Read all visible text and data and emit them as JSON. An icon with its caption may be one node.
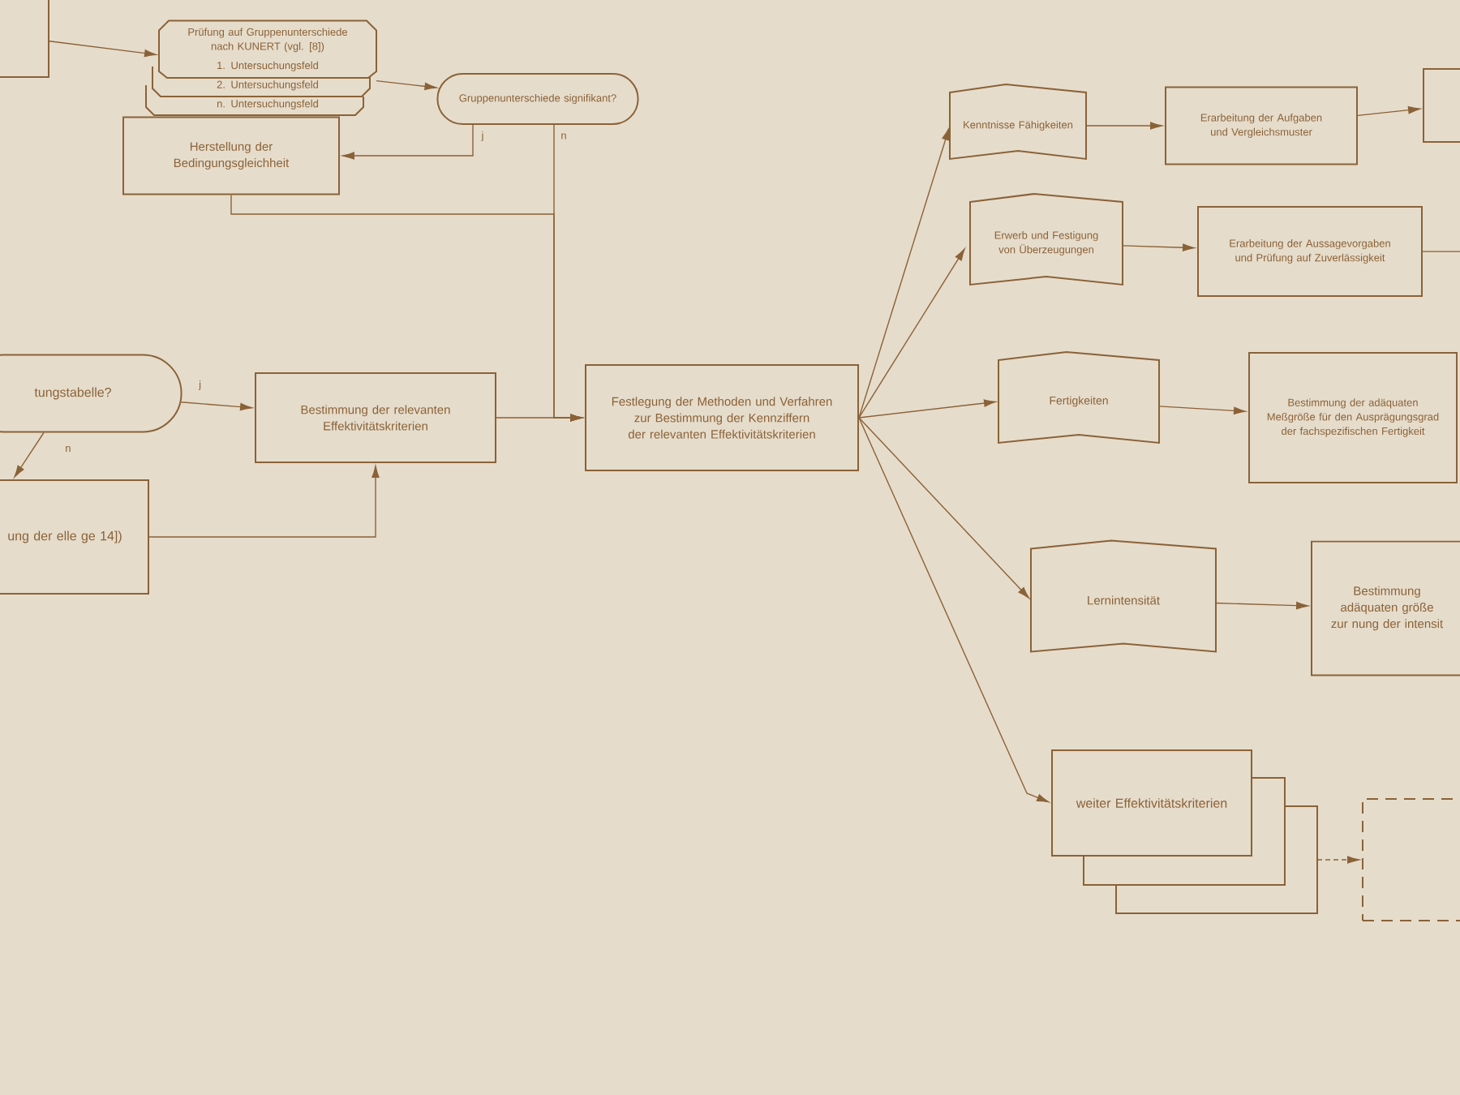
{
  "diagram": {
    "nodes": [
      {
        "text": [],
        "shape": "box"
      },
      {
        "text": [
          "Prüfung auf Gruppenunterschiede nach KUNERT (vgl. [8])",
          "1. Untersuchungsfeld",
          "2. Untersuchungsfeld",
          "n. Untersuchungsfeld"
        ]
      },
      {
        "text": [
          "Gruppenunterschiede signifikant?"
        ]
      },
      {
        "text": [
          "Herstellung der Bedingungsgleichheit"
        ]
      },
      {
        "text": [
          "tungstabelle?"
        ]
      },
      {
        "text": [
          "ung der elle ge 14])"
        ]
      },
      {
        "text": [
          "Bestimmung der relevanten Effektivitätskriterien"
        ]
      },
      {
        "text": [
          "Festlegung der Methoden und Verfahren zur Bestimmung der Kennziffern der relevanten Effektivitätskriterien"
        ]
      },
      {
        "text": [
          "Kenntnisse Fähigkeiten"
        ]
      },
      {
        "text": [
          "Erwerb und Festigung von Überzeugungen"
        ]
      },
      {
        "text": [
          "Fertigkeiten"
        ]
      },
      {
        "text": [
          "Lernintensität"
        ]
      },
      {
        "text": [
          "weiter Effektivitätskriterien"
        ]
      },
      {
        "text": [
          "Erarbeitung der Aufgaben und Vergleichsmuster"
        ]
      },
      {
        "text": [
          "Erarbeitung der Aussagevorgaben und Prüfung auf Zuverlässigkeit"
        ]
      },
      {
        "text": [
          "Bestimmung der adäquaten Meßgröße für den Ausprägungsgrad der fachspezifischen Fertigkeit"
        ]
      },
      {
        "text": [
          "Bestimmung adäquaten größe zur nung der intensit"
        ]
      },
      {
        "text": [],
        "shape": "box"
      },
      {
        "text": [],
        "shape": "box"
      }
    ],
    "edges": [
      {
        "from": 0,
        "to": 1,
        "arrow": "to"
      },
      {
        "from": 1,
        "to": 2,
        "arrow": "to"
      },
      {
        "from": 2,
        "to": 3,
        "arrow": "to",
        "label": "j"
      },
      {
        "from": 2,
        "to": 7,
        "arrow": "to",
        "label": "n"
      },
      {
        "from": 3,
        "to": 7,
        "arrow": "to"
      },
      {
        "from": 4,
        "to": 6,
        "arrow": "to",
        "label": "j"
      },
      {
        "from": 4,
        "to": 5,
        "arrow": "to",
        "label": "n"
      },
      {
        "from": 5,
        "to": 6,
        "arrow": "to"
      },
      {
        "from": 6,
        "to": 7,
        "arrow": "to"
      },
      {
        "from": 7,
        "to": 8,
        "arrow": "to"
      },
      {
        "from": 7,
        "to": 9,
        "arrow": "to"
      },
      {
        "from": 7,
        "to": 10,
        "arrow": "to"
      },
      {
        "from": 7,
        "to": 11,
        "arrow": "to"
      },
      {
        "from": 7,
        "to": 12,
        "arrow": "to"
      },
      {
        "from": 8,
        "to": 13,
        "arrow": "to"
      },
      {
        "from": 9,
        "to": 14,
        "arrow": "to"
      },
      {
        "from": 10,
        "to": 15,
        "arrow": "to"
      },
      {
        "from": 11,
        "to": 16,
        "arrow": "to"
      },
      {
        "from": 12,
        "to": 17,
        "arrow": "to",
        "style": "dashed"
      },
      {
        "from": 13,
        "to": 18,
        "arrow": "to"
      },
      {
        "from": 14,
        "to": null,
        "arrow": "none"
      }
    ]
  }
}
